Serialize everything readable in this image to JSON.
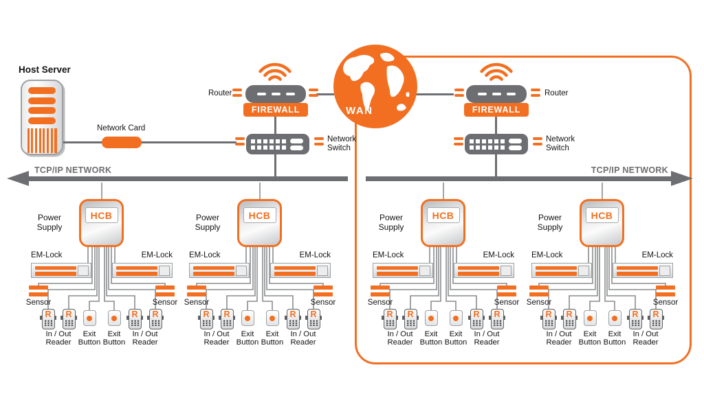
{
  "colors": {
    "orange": "#F26F21",
    "device_gray": "#6D6E71",
    "wire_gray": "#8A8C8E"
  },
  "top": {
    "host_server_label": "Host Server",
    "network_card_label": "Network Card",
    "router_label_left": "Router",
    "router_label_right": "Router",
    "firewall_label_left": "FIREWALL",
    "firewall_label_right": "FIREWALL",
    "wan_label": "WAN",
    "switch_label_left_line1": "Network",
    "switch_label_left_line2": "Switch",
    "switch_label_right_line1": "Network",
    "switch_label_right_line2": "Switch",
    "tcpip_label_left": "TCP/IP NETWORK",
    "tcpip_label_right": "TCP/IP NETWORK"
  },
  "cluster_labels": {
    "hcb": "HCB",
    "power_supply_line1": "Power",
    "power_supply_line2": "Supply",
    "em_lock": "EM-Lock",
    "sensor": "Sensor",
    "reader_r": "R",
    "in_out_line1": "In / Out",
    "in_out_line2": "Reader",
    "exit_line1": "Exit",
    "exit_line2": "Button"
  },
  "clusters": [
    {
      "name": "hcb-cluster-1"
    },
    {
      "name": "hcb-cluster-2"
    },
    {
      "name": "hcb-cluster-3"
    },
    {
      "name": "hcb-cluster-4"
    }
  ]
}
